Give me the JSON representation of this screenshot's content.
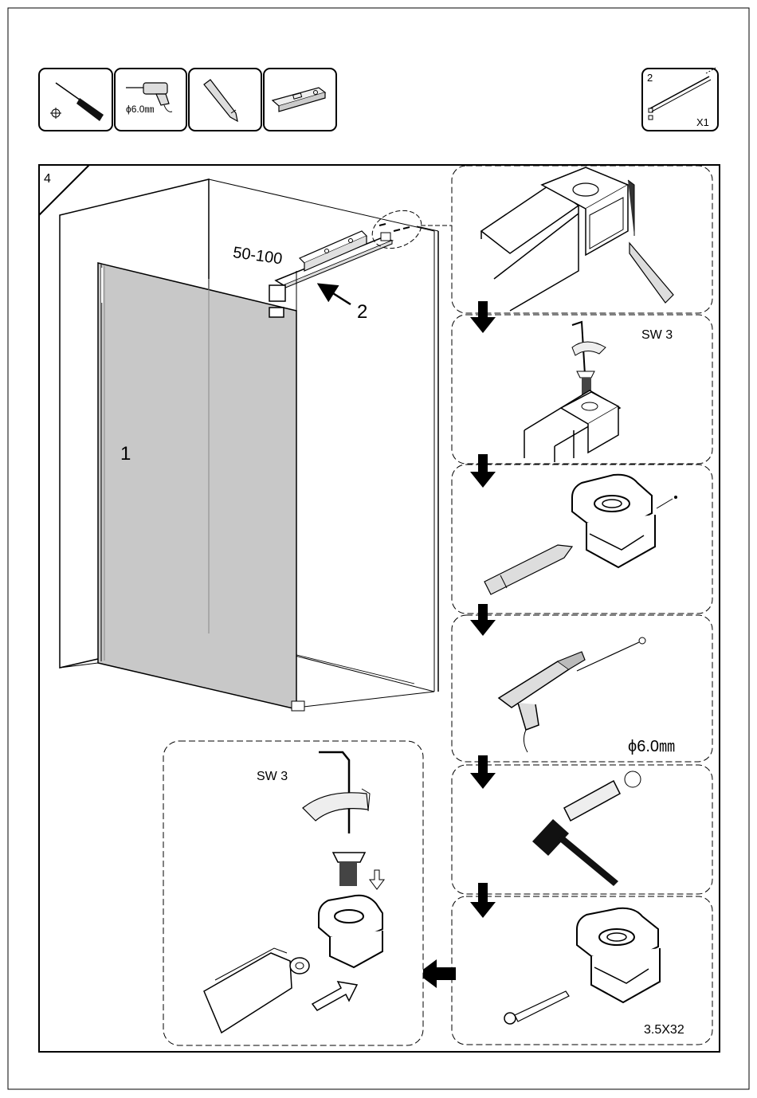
{
  "step": {
    "number": "4"
  },
  "tools": {
    "items": [
      {
        "name": "screwdriver",
        "icon": "phillips-screwdriver-icon",
        "label": ""
      },
      {
        "name": "drill",
        "icon": "power-drill-icon",
        "label": "ϕ6.0㎜"
      },
      {
        "name": "pencil",
        "icon": "pencil-icon",
        "label": ""
      },
      {
        "name": "level",
        "icon": "spirit-level-icon",
        "label": ""
      }
    ]
  },
  "part_box": {
    "part_number": "2",
    "icon": "stabilizer-bar-icon",
    "quantity": "X1"
  },
  "main_view": {
    "distance_label": "50-100",
    "callout_bar": "2",
    "callout_glass": "1",
    "colors": {
      "glass": "#c8c8c8",
      "line": "#000000"
    }
  },
  "details": {
    "clamp_marking": {
      "icon": "clamp-pencil-marking-icon"
    },
    "tighten_screw": {
      "label": "SW 3",
      "icon": "hex-key-screw-icon"
    },
    "mark_wall": {
      "icon": "clamp-wall-marking-icon"
    },
    "drill_hole": {
      "label": "ϕ6.0㎜",
      "icon": "drill-hole-icon"
    },
    "insert_plug": {
      "icon": "wall-plug-hammer-icon"
    },
    "screw_clamp": {
      "label": "3.5X32",
      "icon": "clamp-wall-screw-icon"
    },
    "assemble_bar": {
      "label": "SW 3",
      "icon": "bar-clamp-assembly-icon"
    }
  }
}
